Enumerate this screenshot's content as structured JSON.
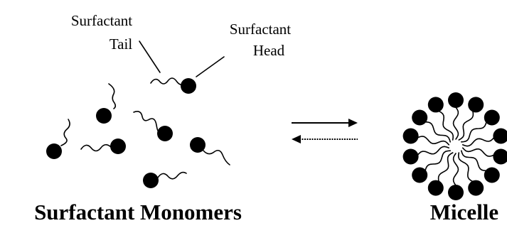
{
  "labels": {
    "surfactant_tail_line1": "Surfactant",
    "surfactant_tail_line2": "Tail",
    "surfactant_head_line1": "Surfactant",
    "surfactant_head_line2": "Head",
    "monomers_title": "Surfactant Monomers",
    "micelle_title": "Micelle"
  },
  "equilibrium": {
    "forward_direction": "right",
    "reverse_direction": "left"
  },
  "colors": {
    "ink": "#000000",
    "background": "#ffffff"
  }
}
